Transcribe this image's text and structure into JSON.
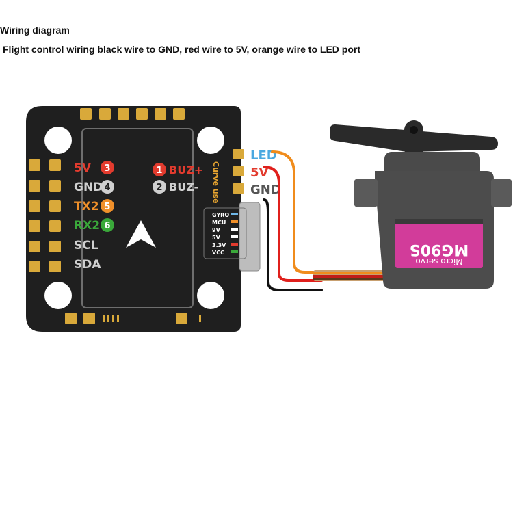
{
  "header": {
    "title": "Wiring diagram",
    "subtitle": "Flight control wiring black wire to GND, red wire to 5V, orange wire to LED port"
  },
  "board": {
    "left_pads": [
      {
        "label": "5V",
        "number": "3",
        "color": "#e23b2e"
      },
      {
        "label": "GND",
        "number": "4",
        "color": "#cfcfcf"
      },
      {
        "label": "TX2",
        "number": "5",
        "color": "#f0902a"
      },
      {
        "label": "RX2",
        "number": "6",
        "color": "#3aa83a"
      },
      {
        "label": "SCL",
        "number": "",
        "color": "#cfcfcf"
      },
      {
        "label": "SDA",
        "number": "",
        "color": "#cfcfcf"
      }
    ],
    "buz": [
      {
        "number": "1",
        "label": "BUZ+",
        "color": "#e23b2e"
      },
      {
        "number": "2",
        "label": "BUZ-",
        "color": "#cfcfcf"
      }
    ],
    "curve_label": "Curve use",
    "led_indicators": [
      "GYRO",
      "MCU",
      "9V",
      "5V",
      "3.3V",
      "VCC"
    ],
    "port_labels": [
      {
        "label": "LED",
        "color": "#4aa8e0"
      },
      {
        "label": "5V",
        "color": "#e23b2e"
      },
      {
        "label": "GND",
        "color": "#dddddd"
      }
    ]
  },
  "servo": {
    "model": "MG90S",
    "subtext": "Micro servo"
  },
  "colors": {
    "board": "#1f1f1f",
    "pad": "#d9a93a",
    "wire_orange": "#f08c1c",
    "wire_red": "#e0201c",
    "wire_black": "#111111",
    "servo_label": "#d23c9a"
  }
}
